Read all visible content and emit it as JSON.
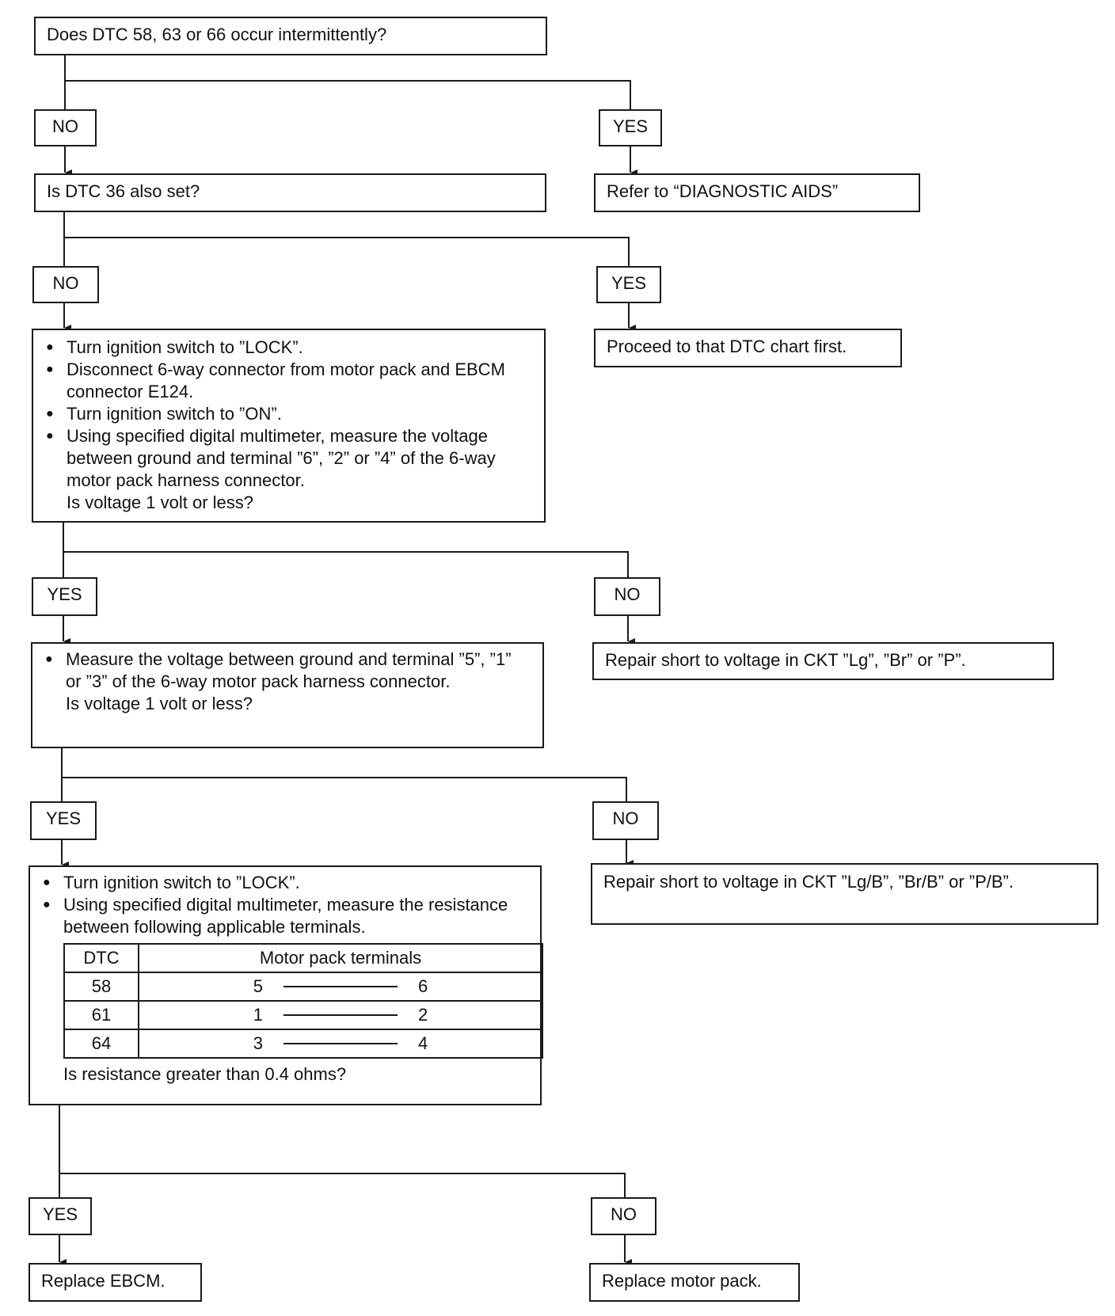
{
  "q1": {
    "text": "Does DTC 58, 63 or 66 occur intermittently?",
    "no": "NO",
    "yes": "YES"
  },
  "q1_yes_action": "Refer to “DIAGNOSTIC AIDS”",
  "q2": {
    "text": "Is DTC 36 also set?",
    "no": "NO",
    "yes": "YES"
  },
  "q2_yes_action": "Proceed to that DTC chart first.",
  "q3": {
    "steps": [
      "Turn ignition switch to ”LOCK”.",
      "Disconnect 6-way connector from motor pack and EBCM connector E124.",
      "Turn ignition switch to ”ON”.",
      "Using specified digital multimeter, measure the voltage between ground and terminal ”6”, ”2” or ”4” of the 6-way motor pack harness connector."
    ],
    "question": "Is voltage 1 volt or less?",
    "yes": "YES",
    "no": "NO"
  },
  "q3_no_action": "Repair short to voltage in CKT ”Lg”, ”Br” or ”P”.",
  "q4": {
    "steps": [
      "Measure the voltage between ground and terminal ”5”, ”1” or ”3” of the 6-way motor pack harness connector."
    ],
    "question": "Is voltage 1 volt or less?",
    "yes": "YES",
    "no": "NO"
  },
  "q4_no_action": "Repair short to voltage in CKT ”Lg/B”, ”Br/B” or ”P/B”.",
  "q5": {
    "steps": [
      "Turn ignition switch to ”LOCK”.",
      "Using specified digital multimeter, measure the resistance between following applicable terminals."
    ],
    "table": {
      "headers": [
        "DTC",
        "Motor pack terminals"
      ],
      "rows": [
        {
          "dtc": "58",
          "a": "5",
          "b": "6"
        },
        {
          "dtc": "61",
          "a": "1",
          "b": "2"
        },
        {
          "dtc": "64",
          "a": "3",
          "b": "4"
        }
      ]
    },
    "question": "Is resistance greater than 0.4 ohms?",
    "yes": "YES",
    "no": "NO"
  },
  "q5_yes_action": "Replace EBCM.",
  "q5_no_action": "Replace motor pack."
}
